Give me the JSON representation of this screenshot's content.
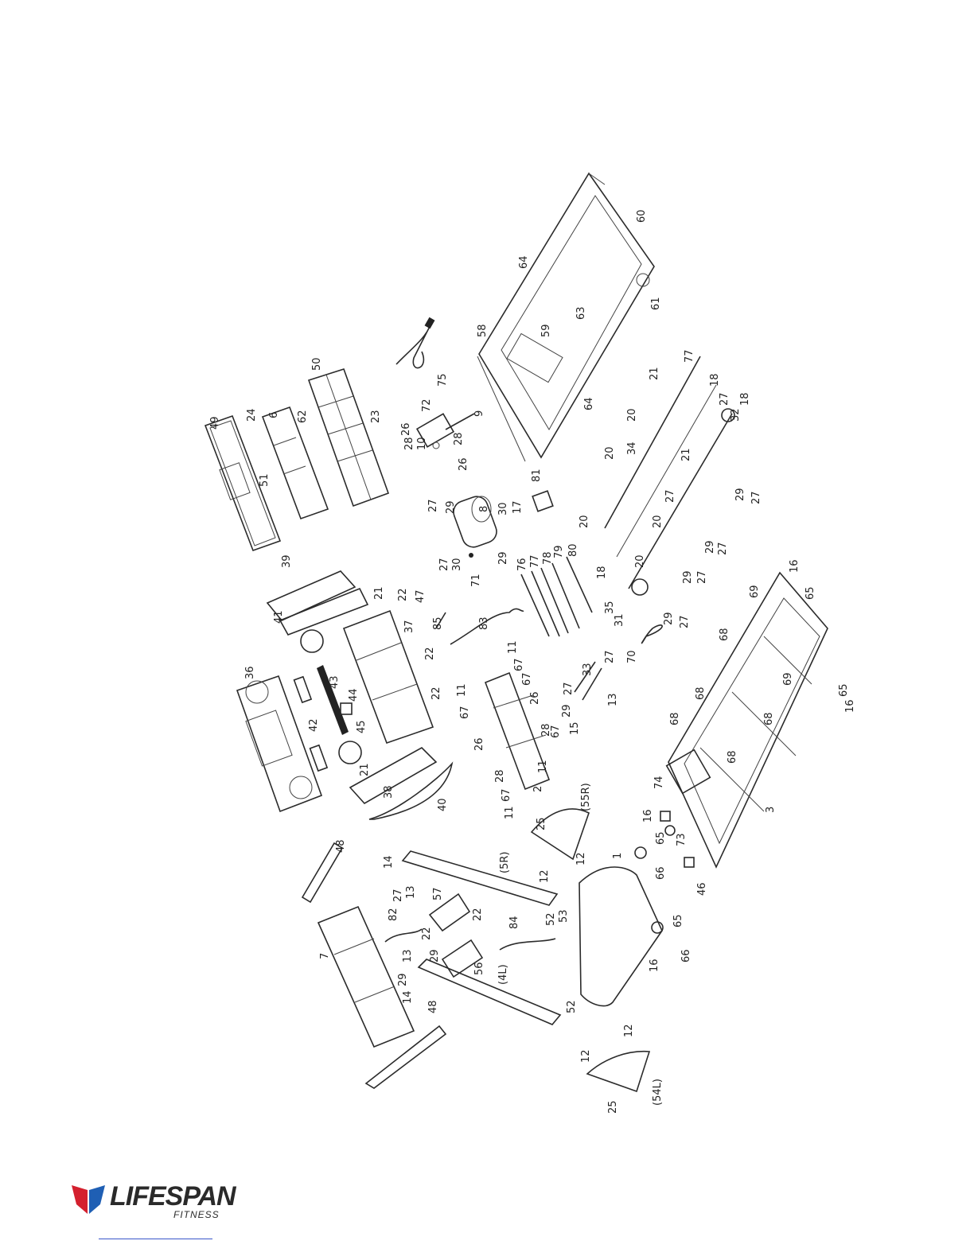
{
  "brand": {
    "name": "LIFESPAN",
    "tagline": "FITNESS",
    "colors": {
      "red": "#d4202e",
      "blue": "#1f5fb4"
    }
  },
  "parts": [
    {
      "id": "p49",
      "text": "49"
    },
    {
      "id": "p24",
      "text": "24"
    },
    {
      "id": "p6",
      "text": "6"
    },
    {
      "id": "p62",
      "text": "62"
    },
    {
      "id": "p50",
      "text": "50"
    },
    {
      "id": "p51",
      "text": "51"
    },
    {
      "id": "p23",
      "text": "23"
    },
    {
      "id": "p75",
      "text": "75"
    },
    {
      "id": "p58",
      "text": "58"
    },
    {
      "id": "p59",
      "text": "59"
    },
    {
      "id": "p63",
      "text": "63"
    },
    {
      "id": "p64a",
      "text": "64"
    },
    {
      "id": "p64b",
      "text": "64"
    },
    {
      "id": "p60",
      "text": "60"
    },
    {
      "id": "p61",
      "text": "61"
    },
    {
      "id": "p72",
      "text": "72"
    },
    {
      "id": "p26a",
      "text": "26"
    },
    {
      "id": "p28a",
      "text": "28"
    },
    {
      "id": "p10",
      "text": "10"
    },
    {
      "id": "p28b",
      "text": "28"
    },
    {
      "id": "p26b",
      "text": "26"
    },
    {
      "id": "p9",
      "text": "9"
    },
    {
      "id": "p27a",
      "text": "27"
    },
    {
      "id": "p29a",
      "text": "29"
    },
    {
      "id": "p8",
      "text": "8"
    },
    {
      "id": "p30a",
      "text": "30"
    },
    {
      "id": "p17",
      "text": "17"
    },
    {
      "id": "p27b",
      "text": "27"
    },
    {
      "id": "p30b",
      "text": "30"
    },
    {
      "id": "p29b",
      "text": "29"
    },
    {
      "id": "p71",
      "text": "71"
    },
    {
      "id": "p81",
      "text": "81"
    },
    {
      "id": "p77a",
      "text": "77"
    },
    {
      "id": "p21a",
      "text": "21"
    },
    {
      "id": "p18a",
      "text": "18"
    },
    {
      "id": "p27c",
      "text": "27"
    },
    {
      "id": "p32",
      "text": "32"
    },
    {
      "id": "p20a",
      "text": "20"
    },
    {
      "id": "p34",
      "text": "34"
    },
    {
      "id": "p20b",
      "text": "20"
    },
    {
      "id": "p27d",
      "text": "27"
    },
    {
      "id": "p21b",
      "text": "21"
    },
    {
      "id": "p18b",
      "text": "18"
    },
    {
      "id": "p29c",
      "text": "29"
    },
    {
      "id": "p27e",
      "text": "27"
    },
    {
      "id": "p20c",
      "text": "20"
    },
    {
      "id": "p20d",
      "text": "20"
    },
    {
      "id": "p29d",
      "text": "29"
    },
    {
      "id": "p27f",
      "text": "27"
    },
    {
      "id": "p18c",
      "text": "18"
    },
    {
      "id": "p20e",
      "text": "20"
    },
    {
      "id": "p29e",
      "text": "29"
    },
    {
      "id": "p27g",
      "text": "27"
    },
    {
      "id": "p35",
      "text": "35"
    },
    {
      "id": "p31",
      "text": "31"
    },
    {
      "id": "p29f",
      "text": "29"
    },
    {
      "id": "p27h",
      "text": "27"
    },
    {
      "id": "p70",
      "text": "70"
    },
    {
      "id": "p76",
      "text": "76"
    },
    {
      "id": "p77b",
      "text": "77"
    },
    {
      "id": "p78",
      "text": "78"
    },
    {
      "id": "p79",
      "text": "79"
    },
    {
      "id": "p80",
      "text": "80"
    },
    {
      "id": "p39",
      "text": "39"
    },
    {
      "id": "p41",
      "text": "41"
    },
    {
      "id": "p21c",
      "text": "21"
    },
    {
      "id": "p22a",
      "text": "22"
    },
    {
      "id": "p47",
      "text": "47"
    },
    {
      "id": "p85",
      "text": "85"
    },
    {
      "id": "p83",
      "text": "83"
    },
    {
      "id": "p37",
      "text": "37"
    },
    {
      "id": "p22b",
      "text": "22"
    },
    {
      "id": "p36",
      "text": "36"
    },
    {
      "id": "p43",
      "text": "43"
    },
    {
      "id": "p44",
      "text": "44"
    },
    {
      "id": "p45",
      "text": "45"
    },
    {
      "id": "p42",
      "text": "42"
    },
    {
      "id": "p22c",
      "text": "22"
    },
    {
      "id": "p21d",
      "text": "21"
    },
    {
      "id": "p38",
      "text": "38"
    },
    {
      "id": "p40",
      "text": "40"
    },
    {
      "id": "p11a",
      "text": "11"
    },
    {
      "id": "p67a",
      "text": "67"
    },
    {
      "id": "p67b",
      "text": "67"
    },
    {
      "id": "p26c",
      "text": "26"
    },
    {
      "id": "p11b",
      "text": "11"
    },
    {
      "id": "p67c",
      "text": "67"
    },
    {
      "id": "p26d",
      "text": "26"
    },
    {
      "id": "p28c",
      "text": "28"
    },
    {
      "id": "p67d",
      "text": "67"
    },
    {
      "id": "p28d",
      "text": "28"
    },
    {
      "id": "p2",
      "text": "2"
    },
    {
      "id": "p11c",
      "text": "11"
    },
    {
      "id": "p67e",
      "text": "67"
    },
    {
      "id": "p11d",
      "text": "11"
    },
    {
      "id": "p55R",
      "text": "(55R)"
    },
    {
      "id": "p33",
      "text": "33"
    },
    {
      "id": "p27i",
      "text": "27"
    },
    {
      "id": "p27j",
      "text": "27"
    },
    {
      "id": "p29g",
      "text": "29"
    },
    {
      "id": "p13a",
      "text": "13"
    },
    {
      "id": "p15",
      "text": "15"
    },
    {
      "id": "p69a",
      "text": "69"
    },
    {
      "id": "p16a",
      "text": "16"
    },
    {
      "id": "p65a",
      "text": "65"
    },
    {
      "id": "p68a",
      "text": "68"
    },
    {
      "id": "p68b",
      "text": "68"
    },
    {
      "id": "p69b",
      "text": "69"
    },
    {
      "id": "p68c",
      "text": "68"
    },
    {
      "id": "p68d",
      "text": "68"
    },
    {
      "id": "p68e",
      "text": "68"
    },
    {
      "id": "p65b",
      "text": "65"
    },
    {
      "id": "p16b",
      "text": "16"
    },
    {
      "id": "p3",
      "text": "3"
    },
    {
      "id": "p74",
      "text": "74"
    },
    {
      "id": "p73",
      "text": "73"
    },
    {
      "id": "p46",
      "text": "46"
    },
    {
      "id": "p16c",
      "text": "16"
    },
    {
      "id": "p65c",
      "text": "65"
    },
    {
      "id": "p66a",
      "text": "66"
    },
    {
      "id": "p65d",
      "text": "65"
    },
    {
      "id": "p66b",
      "text": "66"
    },
    {
      "id": "p16d",
      "text": "16"
    },
    {
      "id": "p1",
      "text": "1"
    },
    {
      "id": "p12a",
      "text": "12"
    },
    {
      "id": "p12b",
      "text": "12"
    },
    {
      "id": "p52a",
      "text": "52"
    },
    {
      "id": "p53",
      "text": "53"
    },
    {
      "id": "p25a",
      "text": "25"
    },
    {
      "id": "p48a",
      "text": "48"
    },
    {
      "id": "p14a",
      "text": "14"
    },
    {
      "id": "p27k",
      "text": "27"
    },
    {
      "id": "p13b",
      "text": "13"
    },
    {
      "id": "p5R",
      "text": "(5R)"
    },
    {
      "id": "p57",
      "text": "57"
    },
    {
      "id": "p22d",
      "text": "22"
    },
    {
      "id": "p82",
      "text": "82"
    },
    {
      "id": "p22e",
      "text": "22"
    },
    {
      "id": "p84",
      "text": "84"
    },
    {
      "id": "p13c",
      "text": "13"
    },
    {
      "id": "p29h",
      "text": "29"
    },
    {
      "id": "p56",
      "text": "56"
    },
    {
      "id": "p4L",
      "text": "(4L)"
    },
    {
      "id": "p7",
      "text": "7"
    },
    {
      "id": "p29i",
      "text": "29"
    },
    {
      "id": "p14b",
      "text": "14"
    },
    {
      "id": "p48b",
      "text": "48"
    },
    {
      "id": "p52b",
      "text": "52"
    },
    {
      "id": "p12c",
      "text": "12"
    },
    {
      "id": "p12d",
      "text": "12"
    },
    {
      "id": "p25b",
      "text": "25"
    },
    {
      "id": "p54L",
      "text": "(54L)"
    }
  ]
}
